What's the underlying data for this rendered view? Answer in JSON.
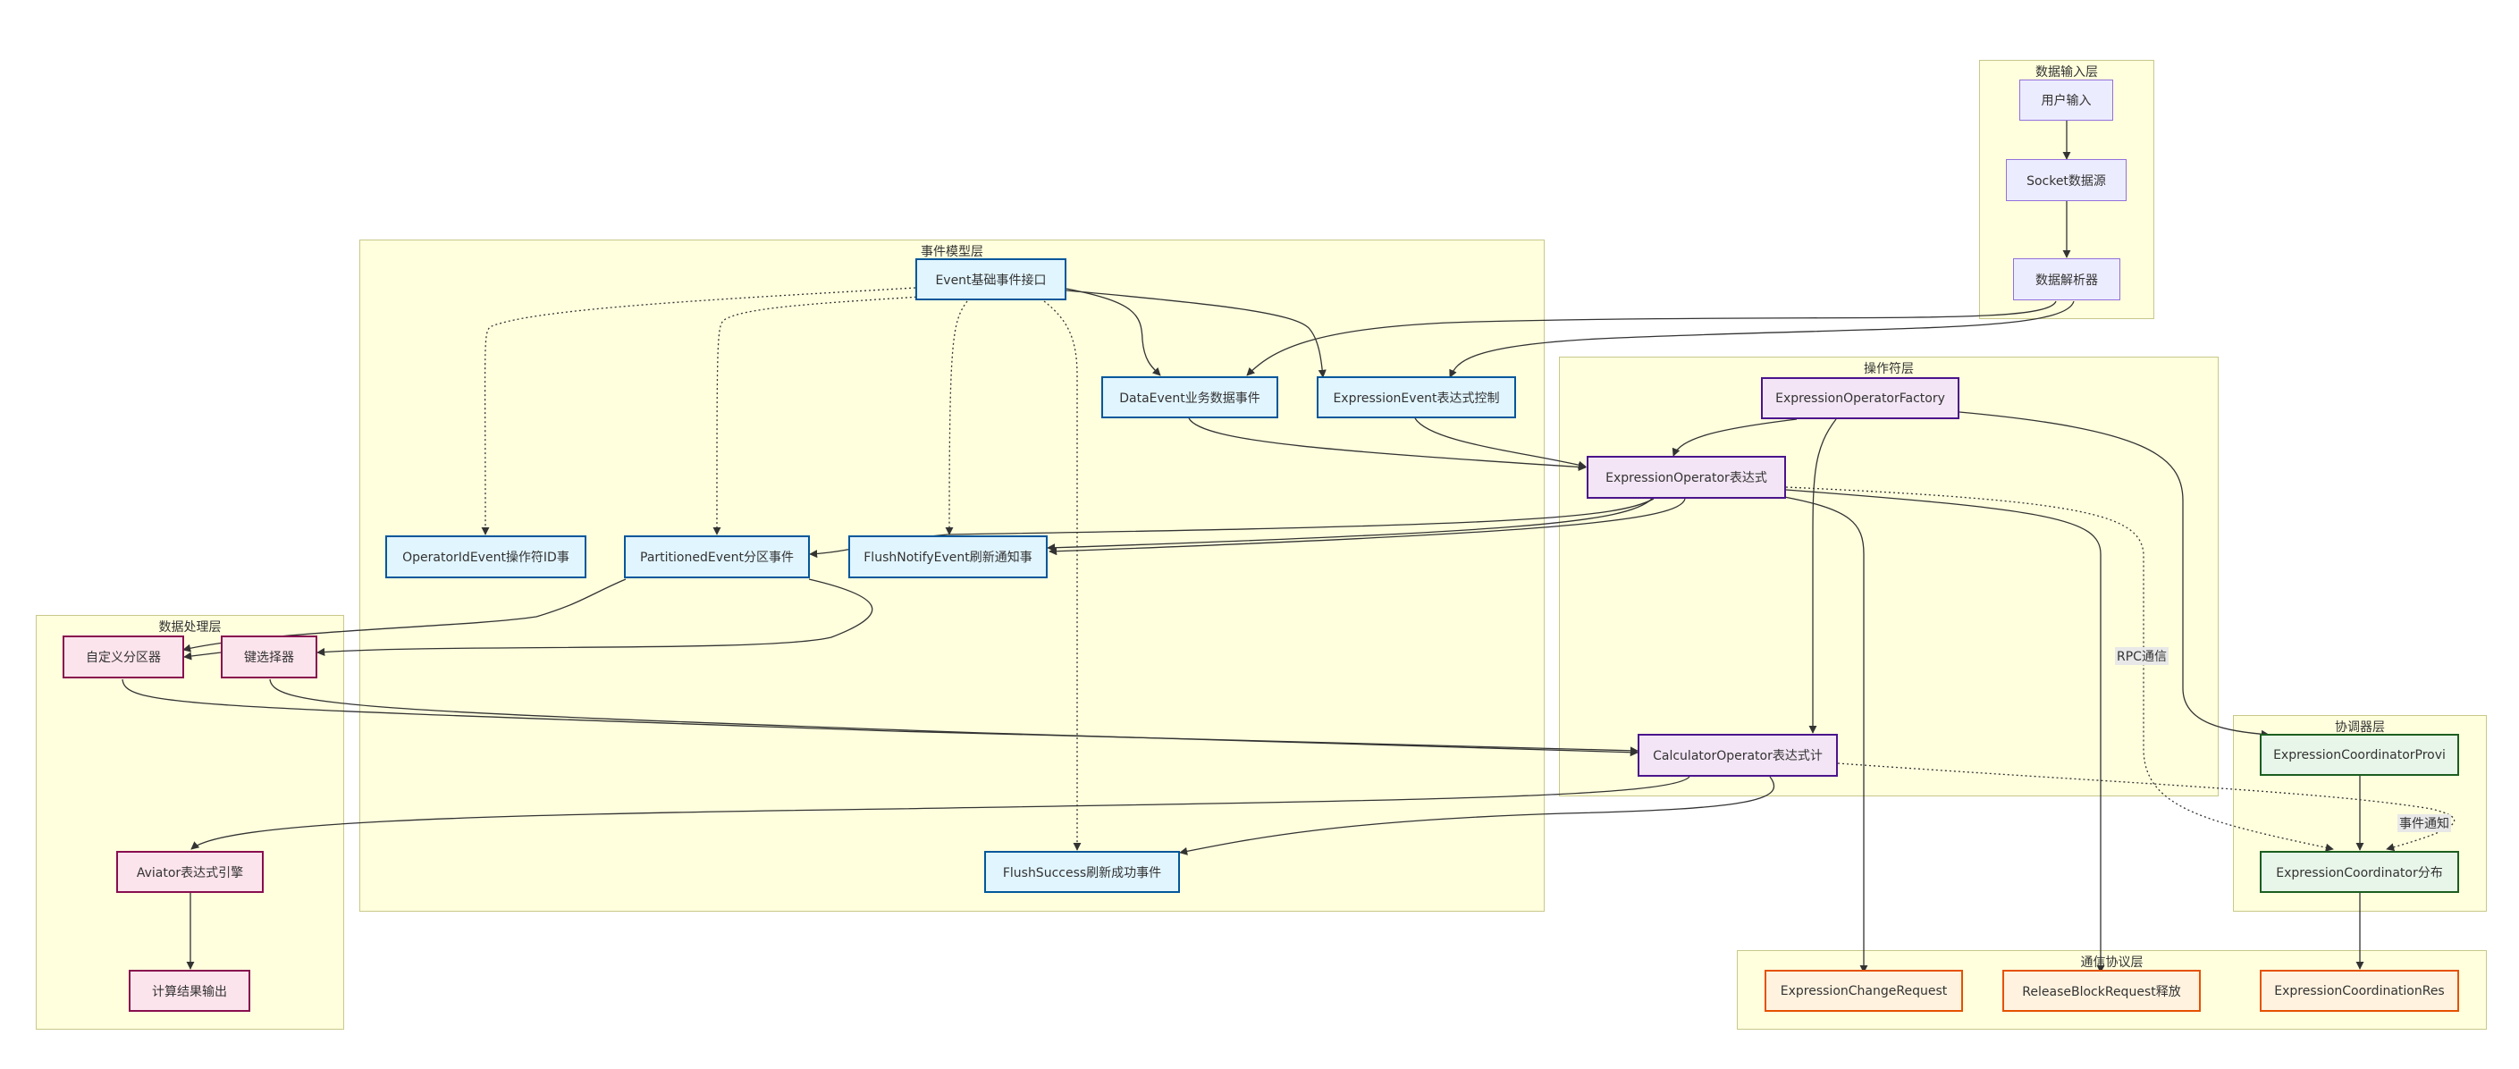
{
  "groups": {
    "input": "数据输入层",
    "event": "事件模型层",
    "operator": "操作符层",
    "processing": "数据处理层",
    "coordinator": "协调器层",
    "protocol": "通信协议层"
  },
  "nodes": {
    "user_input": "用户输入",
    "socket_source": "Socket数据源",
    "data_parser": "数据解析器",
    "event_base": "Event基础事件接口",
    "data_event": "DataEvent业务数据事件",
    "expression_event": "ExpressionEvent表达式控制",
    "operator_id_event": "OperatorIdEvent操作符ID事",
    "partitioned_event": "PartitionedEvent分区事件",
    "flush_notify_event": "FlushNotifyEvent刷新通知事",
    "flush_success_event": "FlushSuccess刷新成功事件",
    "expression_operator_factory": "ExpressionOperatorFactory",
    "expression_operator": "ExpressionOperator表达式",
    "calculator_operator": "CalculatorOperator表达式计",
    "custom_partitioner": "自定义分区器",
    "key_selector": "键选择器",
    "aviator_engine": "Aviator表达式引擎",
    "result_output": "计算结果输出",
    "coordinator_provider": "ExpressionCoordinatorProvi",
    "coordinator": "ExpressionCoordinator分布",
    "change_request": "ExpressionChangeRequest",
    "release_block_request": "ReleaseBlockRequest释放",
    "coordination_response": "ExpressionCoordinationRes"
  },
  "edge_labels": {
    "rpc": "RPC通信",
    "event_notify": "事件通知"
  }
}
